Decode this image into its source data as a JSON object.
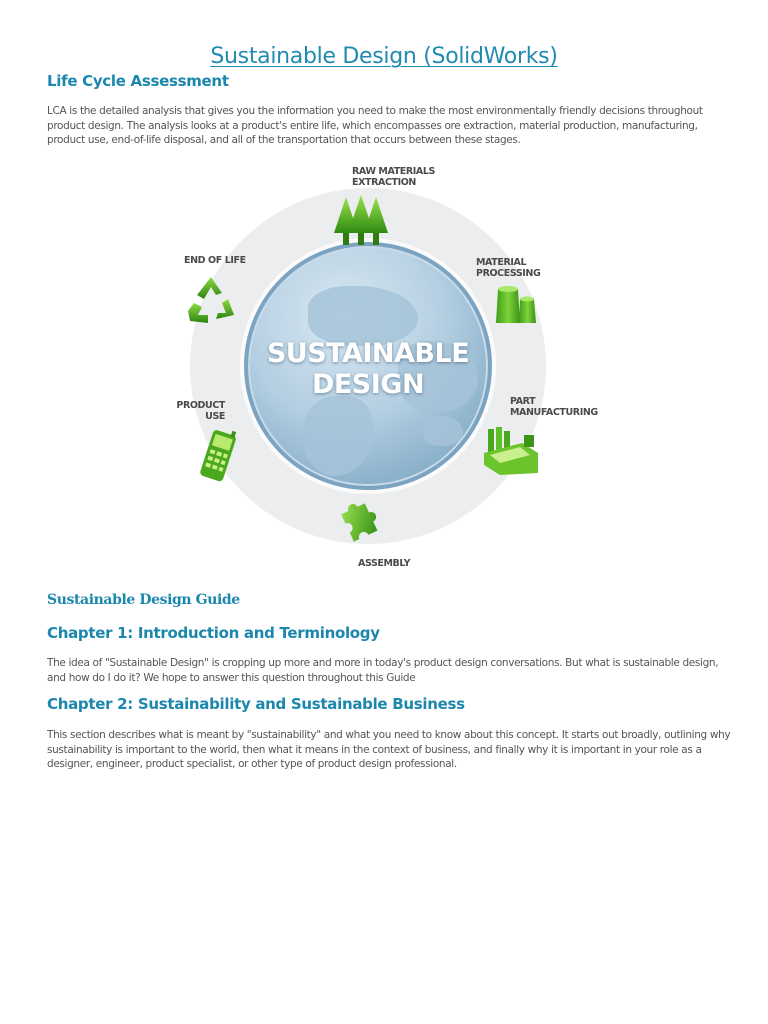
{
  "page": {
    "title": "Sustainable Design (SolidWorks)"
  },
  "lca": {
    "heading": "Life Cycle Assessment",
    "body": "LCA is the detailed analysis that gives you the information you need to make the most environmentally friendly decisions throughout product design. The analysis looks at a product's entire life, which encompasses ore extraction, material production, manufacturing, product use, end-of-life disposal, and all of the transportation that occurs between these stages."
  },
  "diagram": {
    "center_line1": "SUSTAINABLE",
    "center_line2": "DESIGN",
    "colors": {
      "icon_green": "#4caf1e",
      "globe_blue": "#86adc8",
      "ring_gray": "#ebedef"
    },
    "stages": [
      {
        "label_line1": "RAW MATERIALS",
        "label_line2": "EXTRACTION",
        "icon": "trees-icon"
      },
      {
        "label_line1": "MATERIAL",
        "label_line2": "PROCESSING",
        "icon": "silos-icon"
      },
      {
        "label_line1": "PART",
        "label_line2": "MANUFACTURING",
        "icon": "factory-icon"
      },
      {
        "label_line1": "ASSEMBLY",
        "label_line2": "",
        "icon": "puzzle-piece-icon"
      },
      {
        "label_line1": "PRODUCT",
        "label_line2": "USE",
        "icon": "mobile-phone-icon"
      },
      {
        "label_line1": "END OF LIFE",
        "label_line2": "",
        "icon": "recycle-icon"
      }
    ]
  },
  "guide": {
    "heading": "Sustainable Design Guide"
  },
  "chapters": [
    {
      "heading": "Chapter 1: Introduction and Terminology",
      "body": "The idea of \"Sustainable Design\" is cropping up more and more in today's product design conversations. But what is sustainable design, and how do I do it? We hope to answer this question throughout this Guide"
    },
    {
      "heading": "Chapter 2: Sustainability and Sustainable Business",
      "body": "This section describes what is meant by \"sustainability\" and what you need to know about this concept. It starts out broadly, outlining why sustainability is important to the world, then what it means in the context of business, and finally why it is important in your role as a designer, engineer, product specialist, or other type of product design professional."
    }
  ]
}
